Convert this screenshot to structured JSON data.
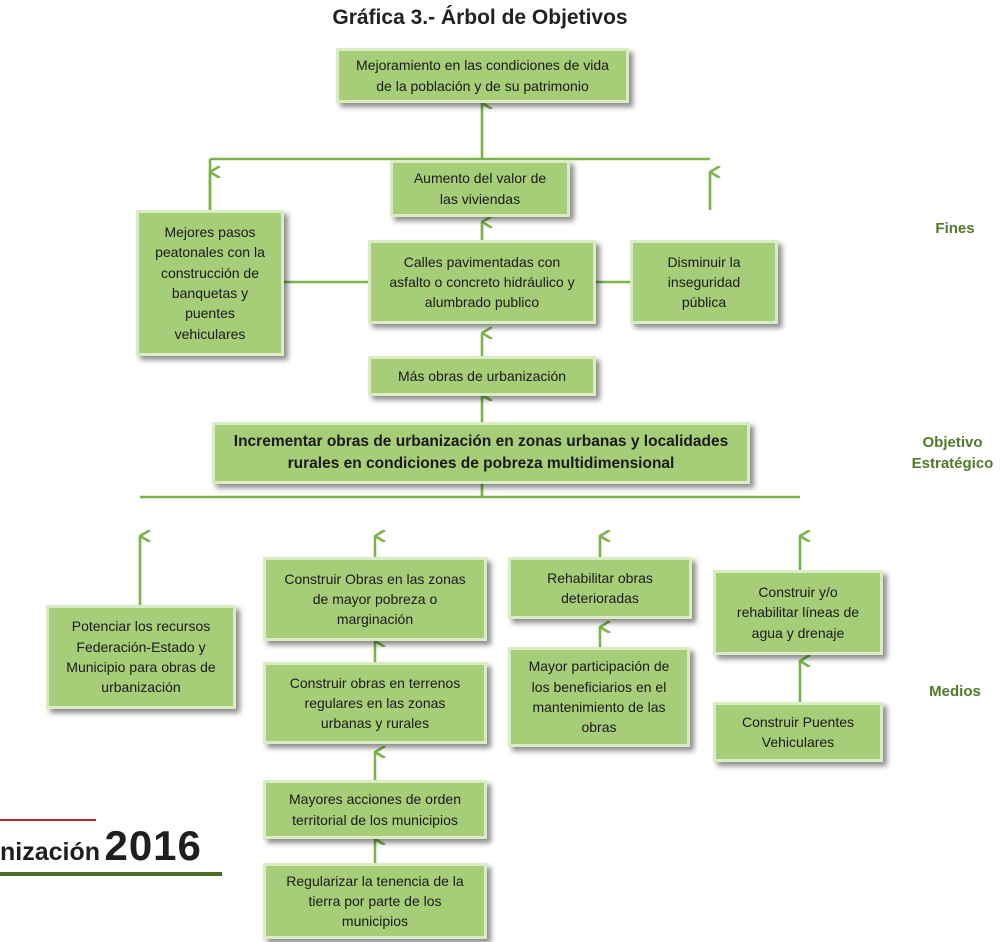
{
  "title": "Gráfica 3.- Árbol  de Objetivos",
  "side_labels": {
    "fines": "Fines",
    "objetivo_line1": "Objetivo",
    "objetivo_line2": "Estratégico",
    "medios": "Medios"
  },
  "logo": {
    "word": "nización",
    "year": "2016"
  },
  "boxes": {
    "mejoramiento": [
      "Mejoramiento en las condiciones de vida",
      "de la población  y  de  su patrimonio"
    ],
    "aumento": [
      "Aumento del  valor de",
      "las viviendas"
    ],
    "mejores_pasos": [
      "Mejores pasos",
      "peatonales  con la",
      "construcción de",
      "banquetas y",
      "puentes",
      "vehiculares"
    ],
    "calles": [
      "Calles pavimentadas con",
      "asfalto o concreto hidráulico y",
      "alumbrado publico"
    ],
    "disminuir": [
      "Disminuir la",
      "inseguridad",
      "pública"
    ],
    "mas_obras": [
      "Más obras de   urbanización"
    ],
    "incrementar": [
      "Incrementar obras de urbanización en zonas urbanas y localidades",
      "rurales  en condiciones de pobreza multidimensional"
    ],
    "construir_obras_zonas": [
      "Construir Obras  en las  zonas",
      "de mayor pobreza o",
      "marginación"
    ],
    "rehabilitar": [
      "Rehabilitar obras",
      "deterioradas"
    ],
    "construir_lineas": [
      "Construir y/o",
      "rehabilitar líneas de",
      "agua y drenaje"
    ],
    "potenciar": [
      "Potenciar los recursos",
      "Federación-Estado y",
      "Municipio para obras  de",
      "urbanización"
    ],
    "construir_terrenos": [
      "Construir obras en terrenos",
      "regulares en las  zonas",
      "urbanas  y rurales"
    ],
    "mayor_participacion": [
      "Mayor participación de",
      "los beneficiarios en el",
      "mantenimiento de las",
      "obras"
    ],
    "construir_puentes": [
      "Construir Puentes",
      "Vehiculares"
    ],
    "mayores_acciones": [
      "Mayores acciones de orden",
      "territorial  de los municipios"
    ],
    "regularizar": [
      "Regularizar la tenencia de la",
      "tierra por parte de los",
      "municipios"
    ]
  },
  "colors": {
    "box_fill": "#a6ce78",
    "box_border": "#d9ecc4",
    "arrow": "#7cb44a",
    "side_label": "#4f7a28"
  }
}
